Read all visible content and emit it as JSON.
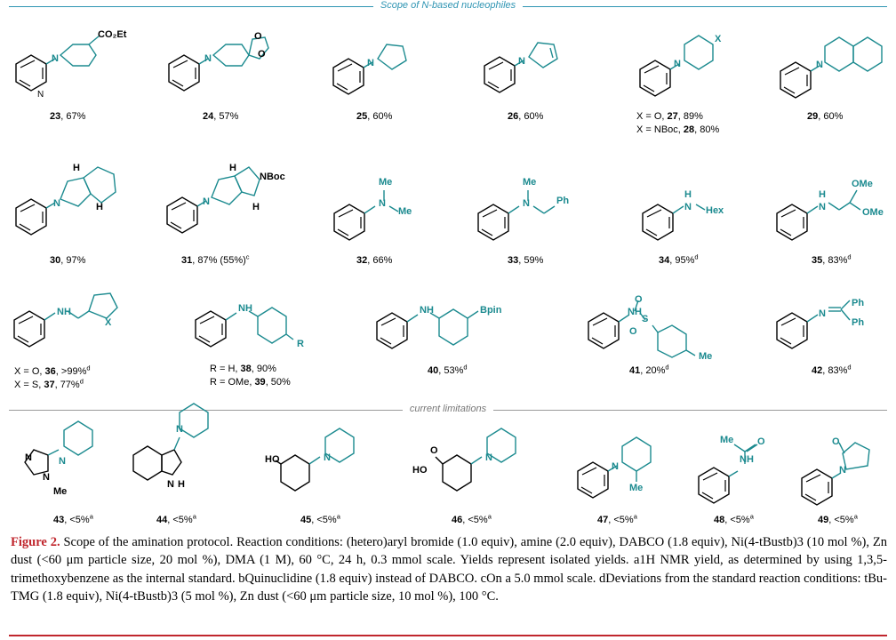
{
  "sections": {
    "top_title": "Scope of N-based nucleophiles",
    "limits_title": "current limitations"
  },
  "compounds": {
    "c23": {
      "num": "23",
      "yield": ", 67%"
    },
    "c24": {
      "num": "24",
      "yield": ", 57%"
    },
    "c25": {
      "num": "25",
      "yield": ", 60%"
    },
    "c26": {
      "num": "26",
      "yield": ", 60%"
    },
    "c27": {
      "pre": "X = O, ",
      "num": "27",
      "yield": ", 89%"
    },
    "c28": {
      "pre": "X = NBoc, ",
      "num": "28",
      "yield": ", 80%"
    },
    "c29": {
      "num": "29",
      "yield": ", 60%"
    },
    "c30": {
      "num": "30",
      "yield": ", 97%"
    },
    "c31": {
      "num": "31",
      "yield": ", 87% (55%)",
      "sup": "c"
    },
    "c32": {
      "num": "32",
      "yield": ", 66%"
    },
    "c33": {
      "num": "33",
      "yield": ", 59%"
    },
    "c34": {
      "num": "34",
      "yield": ", 95%",
      "sup": "d"
    },
    "c35": {
      "num": "35",
      "yield": ", 83%",
      "sup": "d"
    },
    "c36": {
      "pre": "X = O, ",
      "num": "36",
      "yield": ", >99%",
      "sup": "d"
    },
    "c37": {
      "pre": "X = S, ",
      "num": "37",
      "yield": ", 77%",
      "sup": "d"
    },
    "c38": {
      "pre": "R = H, ",
      "num": "38",
      "yield": ", 90%"
    },
    "c39": {
      "pre": "R = OMe, ",
      "num": "39",
      "yield": ", 50%"
    },
    "c40": {
      "num": "40",
      "yield": ", 53%",
      "sup": "d"
    },
    "c41": {
      "num": "41",
      "yield": ", 20%",
      "sup": "d"
    },
    "c42": {
      "num": "42",
      "yield": ", 83%",
      "sup": "d"
    },
    "c43": {
      "num": "43",
      "yield": ", <5%",
      "sup": "a"
    },
    "c44": {
      "num": "44",
      "yield": ", <5%",
      "sup": "a"
    },
    "c45": {
      "num": "45",
      "yield": ", <5%",
      "sup": "a"
    },
    "c46": {
      "num": "46",
      "yield": ", <5%",
      "sup": "a"
    },
    "c47": {
      "num": "47",
      "yield": ", <5%",
      "sup": "a"
    },
    "c48": {
      "num": "48",
      "yield": ", <5%",
      "sup": "a"
    },
    "c49": {
      "num": "49",
      "yield": ", <5%",
      "sup": "a"
    }
  },
  "atoms": {
    "N": "N",
    "NH": "NH",
    "H": "H",
    "O": "O",
    "X": "X",
    "S": "S",
    "R": "R",
    "Me": "Me",
    "OMe": "OMe",
    "Ph": "Ph",
    "Hex": "Hex",
    "NBoc": "NBoc",
    "Bpin": "Bpin",
    "CO2Et": "CO₂Et",
    "HO": "HO",
    "S_sulfonyl": "S"
  },
  "caption": {
    "label": "Figure 2.",
    "text": "Scope of the amination protocol. Reaction conditions: (hetero)aryl bromide (1.0 equiv), amine (2.0 equiv), DABCO (1.8 equiv), Ni(4-tBustb)3 (10 mol %), Zn dust (<60 μm particle size, 20 mol %), DMA (1 M), 60 °C, 24 h, 0.3 mmol scale. Yields represent isolated yields. a1H NMR yield, as determined by using 1,3,5-trimethoxybenzene as the internal standard. bQuinuclidine (1.8 equiv) instead of DABCO. cOn a 5.0 mmol scale. dDeviations from the standard reaction conditions: tBu-TMG (1.8 equiv), Ni(4-tBustb)3 (5 mol %), Zn dust (<60 μm particle size, 10 mol %), 100 °C."
  },
  "colors": {
    "accent": "#2f95b3",
    "nucleophile": "#1b8a8f",
    "figure_label": "#c0262d"
  }
}
